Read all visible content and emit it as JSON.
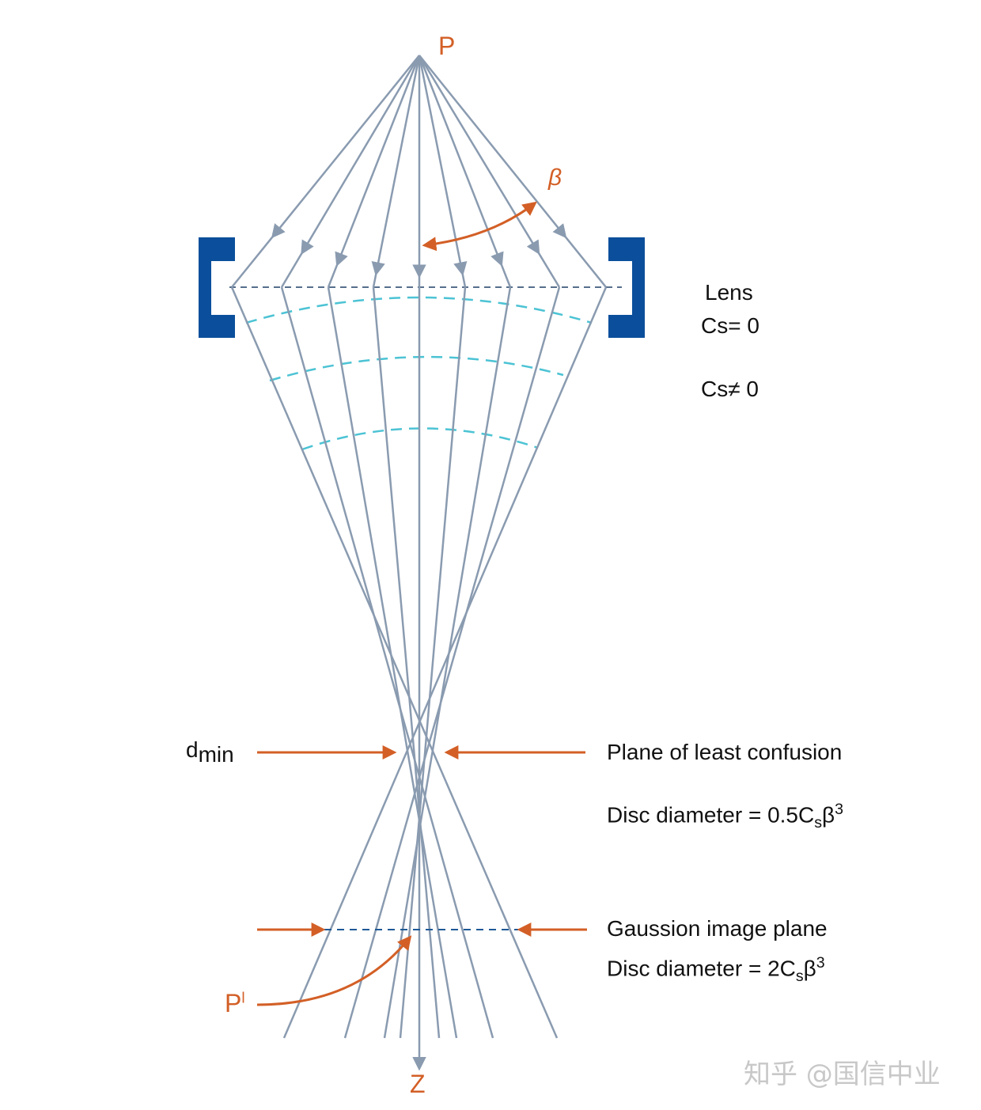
{
  "labels": {
    "source_point": "P",
    "angle": "β",
    "lens": "Lens",
    "cs_zero": "Cs= 0",
    "cs_nonzero": "Cs≠ 0",
    "dmin_base": "d",
    "dmin_sub": "min",
    "least_confusion": "Plane of least confusion",
    "disc_least_prefix": "Disc diameter = 0.5C",
    "disc_least_sub": "s",
    "disc_least_beta": "β",
    "disc_least_sup": "3",
    "gaussian_plane": "Gaussion image plane",
    "disc_gauss_prefix": "Disc diameter = 2C",
    "disc_gauss_sub": "s",
    "disc_gauss_beta": "β",
    "disc_gauss_sup": "3",
    "image_point_base": "P",
    "image_point_sup": "l",
    "axis": "Z"
  },
  "watermark": "知乎 @国信中业",
  "colors": {
    "ray": "#8a9bb0",
    "accent": "#d35f26",
    "lens": "#0b4f9c",
    "wavefront": "#4cc3d4",
    "plane": "#1f3f66"
  }
}
